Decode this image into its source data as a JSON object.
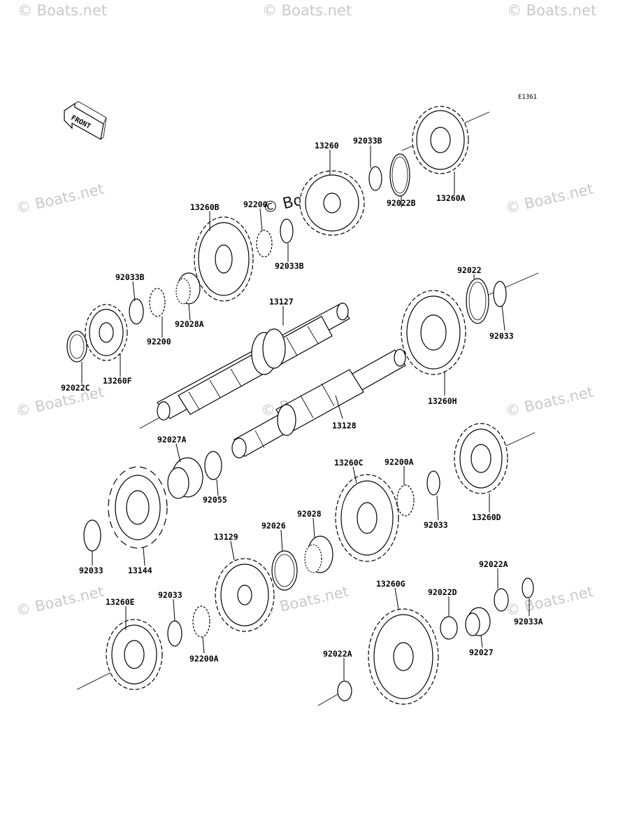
{
  "diagram": {
    "code": "E1361",
    "front_label": "FRONT",
    "watermark": "© Boats.net",
    "labels": {
      "l13260": "13260",
      "l92033B_top": "92033B",
      "l92022B": "92022B",
      "l13260A": "13260A",
      "l13260B": "13260B",
      "l92200_top": "92200",
      "l92033B_mid": "92033B",
      "l92033B_left": "92033B",
      "l92028A": "92028A",
      "l92200_left": "92200",
      "l13127": "13127",
      "l92022": "92022",
      "l92033_r": "92033",
      "l92022C": "92022C",
      "l13260F": "13260F",
      "l13260H": "13260H",
      "l13128": "13128",
      "l92027A": "92027A",
      "l92055": "92055",
      "l13260C": "13260C",
      "l92200A_mid": "92200A",
      "l92033_mid": "92033",
      "l13260D": "13260D",
      "l92028": "92028",
      "l92026": "92026",
      "l13129": "13129",
      "l92033_left": "92033",
      "l13144": "13144",
      "l13260G": "13260G",
      "l92022D": "92022D",
      "l92022A_top": "92022A",
      "l92033A": "92033A",
      "l92027": "92027",
      "l13260E": "13260E",
      "l92033_bot": "92033",
      "l92200A_bot": "92200A",
      "l92022A_bot": "92022A"
    }
  }
}
